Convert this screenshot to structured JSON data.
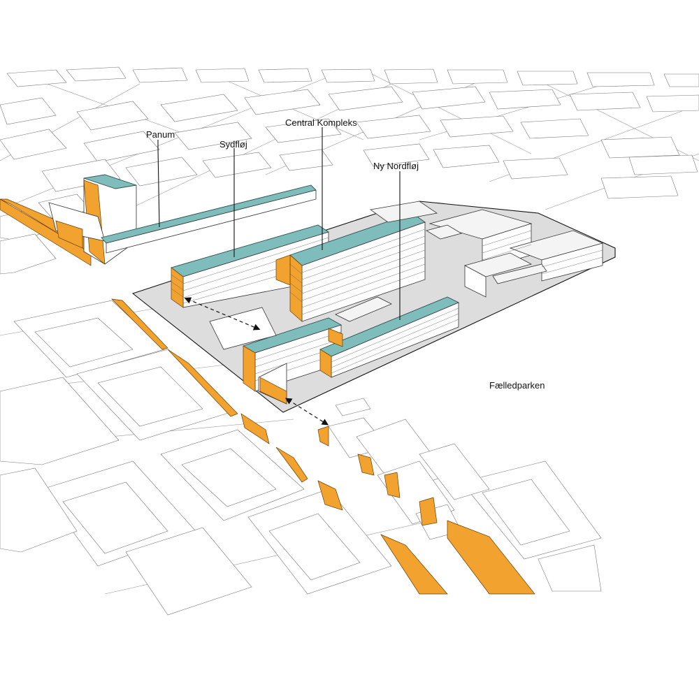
{
  "colors": {
    "roof_new": "#7fbcbc",
    "facade_highlight": "#f2a22f",
    "site_ground": "#dddddd",
    "context_stroke": "#777777"
  },
  "labels": {
    "panum": "Panum",
    "sydfloj": "Sydfløj",
    "central_kompleks": "Central Kompleks",
    "ny_nordfloj": "Ny Nordfløj",
    "faelledparken": "Fælledparken"
  }
}
